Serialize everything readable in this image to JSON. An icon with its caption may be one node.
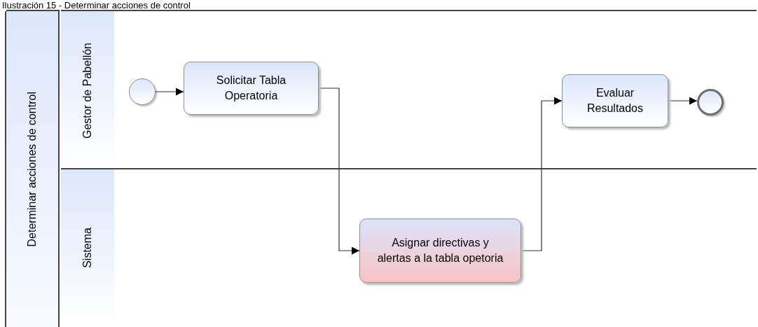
{
  "diagram": {
    "title": "Ilustración 15 - Determinar acciones de control",
    "nodes": [
      {
        "text": [
          "Determinar acciones de control"
        ]
      },
      {
        "text": [
          "Gestor de Pabellón"
        ],
        "in": 0
      },
      {
        "text": [
          "Sistema"
        ],
        "in": 0
      },
      {
        "text": [],
        "shape": "circle",
        "in": 1
      },
      {
        "text": [
          "Solicitar Tabla Operatoria"
        ],
        "in": 1
      },
      {
        "text": [
          "Evaluar Resultados"
        ],
        "in": 1
      },
      {
        "text": [],
        "shape": "circle",
        "in": 1
      },
      {
        "text": [
          "Asignar directivas y alertas a la tabla opetoria"
        ],
        "in": 2
      }
    ],
    "edges": [
      {
        "from": 3,
        "to": 4,
        "arrow": "to"
      },
      {
        "from": 4,
        "to": 7,
        "arrow": "to"
      },
      {
        "from": 7,
        "to": 5,
        "arrow": "to"
      },
      {
        "from": 5,
        "to": 6,
        "arrow": "to"
      }
    ]
  }
}
